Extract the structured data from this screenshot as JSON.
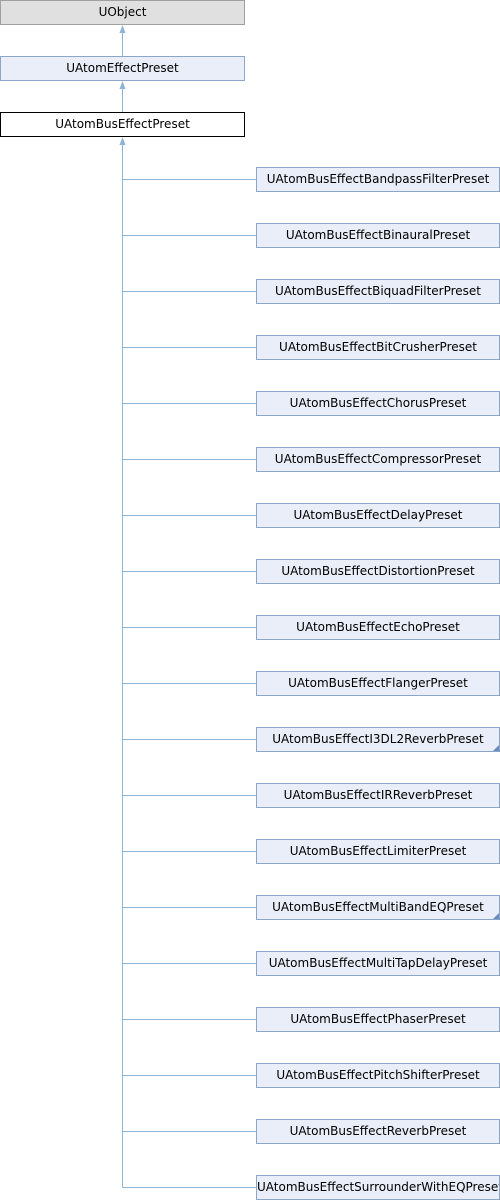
{
  "hierarchy": {
    "root": {
      "label": "UObject"
    },
    "parent": {
      "label": "UAtomEffectPreset"
    },
    "current": {
      "label": "UAtomBusEffectPreset"
    },
    "children": [
      {
        "label": "UAtomBusEffectBandpassFilterPreset",
        "has_more": false
      },
      {
        "label": "UAtomBusEffectBinauralPreset",
        "has_more": false
      },
      {
        "label": "UAtomBusEffectBiquadFilterPreset",
        "has_more": false
      },
      {
        "label": "UAtomBusEffectBitCrusherPreset",
        "has_more": false
      },
      {
        "label": "UAtomBusEffectChorusPreset",
        "has_more": false
      },
      {
        "label": "UAtomBusEffectCompressorPreset",
        "has_more": false
      },
      {
        "label": "UAtomBusEffectDelayPreset",
        "has_more": false
      },
      {
        "label": "UAtomBusEffectDistortionPreset",
        "has_more": false
      },
      {
        "label": "UAtomBusEffectEchoPreset",
        "has_more": false
      },
      {
        "label": "UAtomBusEffectFlangerPreset",
        "has_more": false
      },
      {
        "label": "UAtomBusEffectI3DL2ReverbPreset",
        "has_more": true
      },
      {
        "label": "UAtomBusEffectIRReverbPreset",
        "has_more": false
      },
      {
        "label": "UAtomBusEffectLimiterPreset",
        "has_more": false
      },
      {
        "label": "UAtomBusEffectMultiBandEQPreset",
        "has_more": true
      },
      {
        "label": "UAtomBusEffectMultiTapDelayPreset",
        "has_more": false
      },
      {
        "label": "UAtomBusEffectPhaserPreset",
        "has_more": false
      },
      {
        "label": "UAtomBusEffectPitchShifterPreset",
        "has_more": false
      },
      {
        "label": "UAtomBusEffectReverbPreset",
        "has_more": false
      },
      {
        "label": "UAtomBusEffectSurrounderWithEQPreset",
        "has_more": false
      }
    ]
  },
  "colors": {
    "edge": "#8fb3d6",
    "node_fill": "#e9eef8",
    "node_border": "#8ca6c9",
    "root_fill": "#e0e0e0",
    "current_border": "#000000"
  }
}
